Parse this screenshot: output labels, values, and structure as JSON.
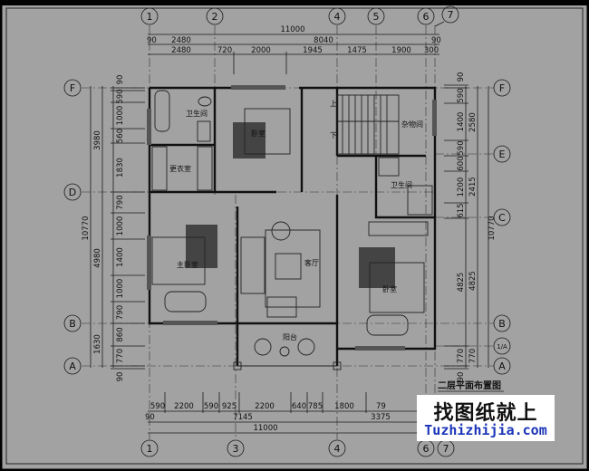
{
  "drawing_title": "二层平面布置图",
  "axes": {
    "top": [
      "1",
      "2",
      "4",
      "5",
      "6",
      "7"
    ],
    "bottom": [
      "1",
      "3",
      "4",
      "6",
      "7"
    ],
    "left": [
      "F",
      "D",
      "B",
      "A"
    ],
    "right": [
      "F",
      "E",
      "C",
      "B",
      "1/A",
      "A"
    ]
  },
  "dims": {
    "top_total": "11000",
    "top_row2": [
      "90",
      "2480",
      "8040",
      "90"
    ],
    "top_row3": [
      "2480",
      "720",
      "2000",
      "1945",
      "1475",
      "1900",
      "300"
    ],
    "bottom_row1": [
      "590",
      "2200",
      "590",
      "925",
      "2200",
      "640",
      "785",
      "1800",
      "79"
    ],
    "bottom_row2": [
      "90",
      "7145",
      "3375"
    ],
    "bottom_total": "11000",
    "left_total": "10770",
    "left_mid": [
      "3980",
      "4980",
      "1630"
    ],
    "left_detail": [
      "90",
      "590",
      "1000",
      "560",
      "1830",
      "790",
      "1000",
      "1400",
      "1000",
      "790",
      "860",
      "770",
      "90"
    ],
    "right_total": "10770",
    "right_mid": [
      "2580",
      "2415",
      "4825",
      "770"
    ],
    "right_detail": [
      "90",
      "590",
      "1400",
      "590",
      "600",
      "1200",
      "615",
      "4825",
      "770",
      "90"
    ]
  },
  "rooms": {
    "bath1": "卫生间",
    "closet": "更衣室",
    "bedroom1": "卧室",
    "storage": "杂物间",
    "bath2": "卫生间",
    "master": "主卧室",
    "living": "客厅",
    "bedroom2": "卧室",
    "balcony": "阳台",
    "stair_up": "上",
    "stair_down": "下"
  },
  "watermark": {
    "line1": "找图纸就上",
    "line2": "Tuzhizhijia.com"
  },
  "colors": {
    "background": "#a2a2a2",
    "lines": "#111111",
    "watermark_text": "#1b35b8"
  }
}
